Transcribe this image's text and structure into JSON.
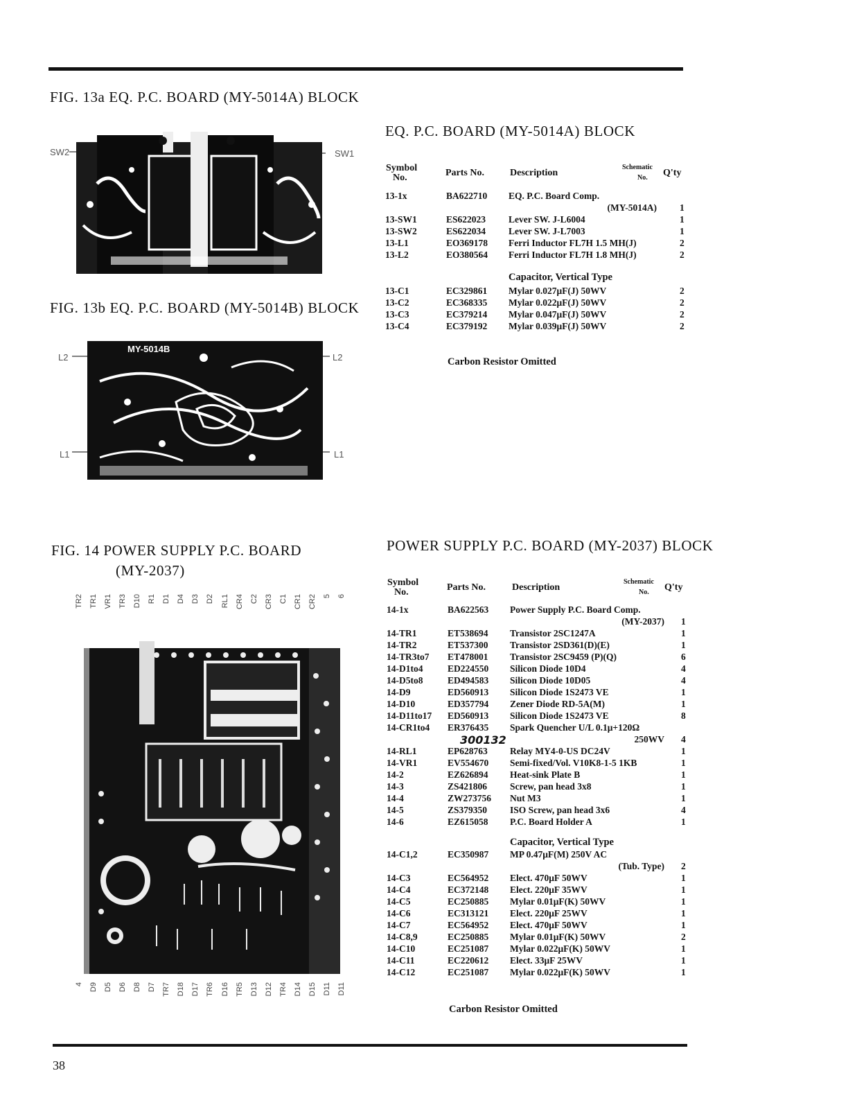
{
  "page_number": "38",
  "fig13a": {
    "caption": "FIG. 13a   EQ. P.C. BOARD (MY-5014A) BLOCK",
    "label_left": "SW2",
    "label_right": "SW1"
  },
  "fig13b": {
    "caption": "FIG. 13b   EQ. P.C. BOARD (MY-5014B) BLOCK",
    "board_stamp": "MY-5014B",
    "label_l2_left": "L2",
    "label_l2_right": "L2",
    "label_l1_left": "L1",
    "label_l1_right": "L1"
  },
  "fig14": {
    "caption_line1": "FIG. 14   POWER SUPPLY P.C. BOARD",
    "caption_line2": "(MY-2037)",
    "top_labels": [
      "TR2",
      "TR1",
      "VR1",
      "TR3",
      "D10",
      "R1",
      "D1",
      "D4",
      "D3",
      "D2",
      "RL1",
      "CR4",
      "C2",
      "CR3",
      "C1",
      "CR1",
      "CR2",
      "5",
      "6"
    ],
    "bottom_labels": [
      "4",
      "D9",
      "D5",
      "D6",
      "D8",
      "D7",
      "TR7",
      "D18",
      "D17",
      "TR6",
      "D16",
      "TR5",
      "D13",
      "D12",
      "TR4",
      "D14",
      "D15",
      "D11",
      "D11"
    ]
  },
  "headers": {
    "symbol": "Symbol",
    "no": "No.",
    "parts": "Parts No.",
    "desc": "Description",
    "schematic": "Schematic",
    "schematic_no": "No.",
    "qty": "Q'ty"
  },
  "eq_table": {
    "title": "EQ. P.C. BOARD (MY-5014A) BLOCK",
    "rows": [
      {
        "sym": "13-1x",
        "part": "BA622710",
        "desc": "EQ. P.C. Board Comp.",
        "qty": ""
      },
      {
        "sym": "",
        "part": "",
        "desc": "(MY-5014A)",
        "qty": "1"
      },
      {
        "sym": "13-SW1",
        "part": "ES622023",
        "desc": "Lever SW. J-L6004",
        "qty": "1"
      },
      {
        "sym": "13-SW2",
        "part": "ES622034",
        "desc": "Lever SW. J-L7003",
        "qty": "1"
      },
      {
        "sym": "13-L1",
        "part": "EO369178",
        "desc": "Ferri Inductor FL7H 1.5 MH(J)",
        "qty": "2"
      },
      {
        "sym": "13-L2",
        "part": "EO380564",
        "desc": "Ferri Inductor FL7H 1.8 MH(J)",
        "qty": "2"
      }
    ],
    "cap_heading": "Capacitor, Vertical Type",
    "cap_rows": [
      {
        "sym": "13-C1",
        "part": "EC329861",
        "desc": "Mylar 0.027μF(J) 50WV",
        "qty": "2"
      },
      {
        "sym": "13-C2",
        "part": "EC368335",
        "desc": "Mylar 0.022μF(J) 50WV",
        "qty": "2"
      },
      {
        "sym": "13-C3",
        "part": "EC379214",
        "desc": "Mylar 0.047μF(J) 50WV",
        "qty": "2"
      },
      {
        "sym": "13-C4",
        "part": "EC379192",
        "desc": "Mylar 0.039μF(J) 50WV",
        "qty": "2"
      }
    ],
    "note": "Carbon Resistor Omitted"
  },
  "ps_table": {
    "title": "POWER SUPPLY P.C. BOARD (MY-2037) BLOCK",
    "rows": [
      {
        "sym": "14-1x",
        "part": "BA622563",
        "desc": "Power Supply P.C. Board Comp.",
        "qty": ""
      },
      {
        "sym": "",
        "part": "",
        "desc": "(MY-2037)",
        "qty": "1"
      },
      {
        "sym": "14-TR1",
        "part": "ET538694",
        "desc": "Transistor 2SC1247A",
        "qty": "1"
      },
      {
        "sym": "14-TR2",
        "part": "ET537300",
        "desc": "Transistor 2SD361(D)(E)",
        "qty": "1"
      },
      {
        "sym": "14-TR3to7",
        "part": "ET478001",
        "desc": "Transistor 2SC9459 (P)(Q)",
        "qty": "6"
      },
      {
        "sym": "14-D1to4",
        "part": "ED224550",
        "desc": "Silicon Diode 10D4",
        "qty": "4"
      },
      {
        "sym": "14-D5to8",
        "part": "ED494583",
        "desc": "Silicon Diode 10D05",
        "qty": "4"
      },
      {
        "sym": "14-D9",
        "part": "ED560913",
        "desc": "Silicon Diode 1S2473 VE",
        "qty": "1"
      },
      {
        "sym": "14-D10",
        "part": "ED357794",
        "desc": "Zener Diode RD-5A(M)",
        "qty": "1"
      },
      {
        "sym": "14-D11to17",
        "part": "ED560913",
        "desc": "Silicon Diode 1S2473 VE",
        "qty": "8"
      },
      {
        "sym": "14-CR1to4",
        "part": "ER376435",
        "desc": "Spark Quencher U/L 0.1μ+120Ω",
        "qty": ""
      },
      {
        "sym": "",
        "part": "",
        "desc": "250WV",
        "qty": "4"
      },
      {
        "sym": "14-RL1",
        "part": "EP628763",
        "desc": "Relay MY4-0-US DC24V",
        "qty": "1"
      },
      {
        "sym": "14-VR1",
        "part": "EV554670",
        "desc": "Semi-fixed/Vol. V10K8-1-5 1KB",
        "qty": "1"
      },
      {
        "sym": "14-2",
        "part": "EZ626894",
        "desc": "Heat-sink Plate B",
        "qty": "1"
      },
      {
        "sym": "14-3",
        "part": "ZS421806",
        "desc": "Screw, pan head 3x8",
        "qty": "1"
      },
      {
        "sym": "14-4",
        "part": "ZW273756",
        "desc": "Nut M3",
        "qty": "1"
      },
      {
        "sym": "14-5",
        "part": "ZS379350",
        "desc": "ISO Screw, pan head 3x6",
        "qty": "4"
      },
      {
        "sym": "14-6",
        "part": "EZ615058",
        "desc": "P.C. Board Holder A",
        "qty": "1"
      }
    ],
    "handwritten": "300132",
    "cap_heading": "Capacitor, Vertical Type",
    "cap_rows": [
      {
        "sym": "14-C1,2",
        "part": "EC350987",
        "desc": "MP 0.47μF(M) 250V AC",
        "qty": ""
      },
      {
        "sym": "",
        "part": "",
        "desc": "(Tub. Type)",
        "qty": "2"
      },
      {
        "sym": "14-C3",
        "part": "EC564952",
        "desc": "Elect. 470μF 50WV",
        "qty": "1"
      },
      {
        "sym": "14-C4",
        "part": "EC372148",
        "desc": "Elect. 220μF 35WV",
        "qty": "1"
      },
      {
        "sym": "14-C5",
        "part": "EC250885",
        "desc": "Mylar 0.01μF(K) 50WV",
        "qty": "1"
      },
      {
        "sym": "14-C6",
        "part": "EC313121",
        "desc": "Elect. 220μF 25WV",
        "qty": "1"
      },
      {
        "sym": "14-C7",
        "part": "EC564952",
        "desc": "Elect. 470μF 50WV",
        "qty": "1"
      },
      {
        "sym": "14-C8,9",
        "part": "EC250885",
        "desc": "Mylar 0.01μF(K) 50WV",
        "qty": "2"
      },
      {
        "sym": "14-C10",
        "part": "EC251087",
        "desc": "Mylar 0.022μF(K) 50WV",
        "qty": "1"
      },
      {
        "sym": "14-C11",
        "part": "EC220612",
        "desc": "Elect. 33μF 25WV",
        "qty": "1"
      },
      {
        "sym": "14-C12",
        "part": "EC251087",
        "desc": "Mylar 0.022μF(K) 50WV",
        "qty": "1"
      }
    ],
    "note": "Carbon Resistor Omitted"
  }
}
